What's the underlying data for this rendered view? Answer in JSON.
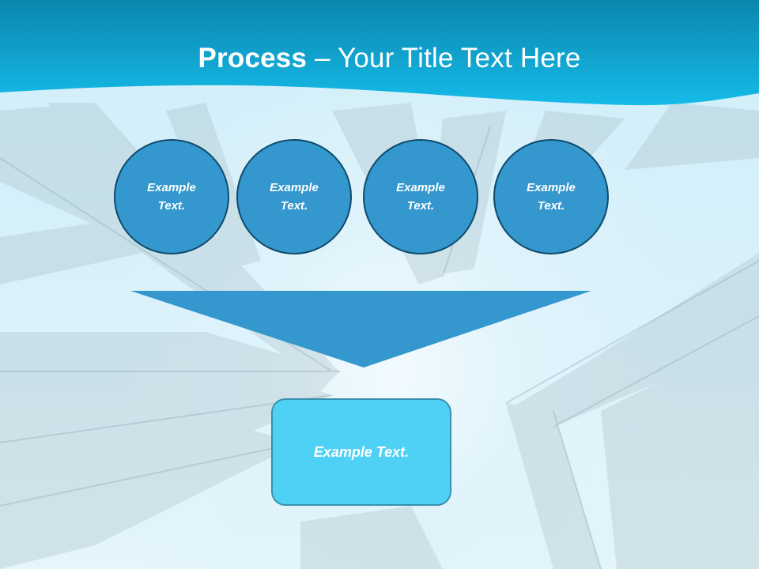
{
  "slide": {
    "title": {
      "bold_part": "Process",
      "separator": " – ",
      "regular_part": "Your Title Text Here"
    },
    "colors": {
      "header_top": "#0a86ae",
      "header_bottom": "#16bbe8",
      "circle_fill": "#3497cd",
      "circle_border": "#0f4a6c",
      "arrow_fill": "#3497cd",
      "result_box_fill": "#4fd0f5",
      "result_box_border": "#3a8fb0",
      "text": "#ffffff"
    },
    "process_steps": [
      {
        "line1": "Example",
        "line2": "Text."
      },
      {
        "line1": "Example",
        "line2": "Text."
      },
      {
        "line1": "Example",
        "line2": "Text."
      },
      {
        "line1": "Example",
        "line2": "Text."
      }
    ],
    "result_box": {
      "label": "Example Text."
    }
  }
}
